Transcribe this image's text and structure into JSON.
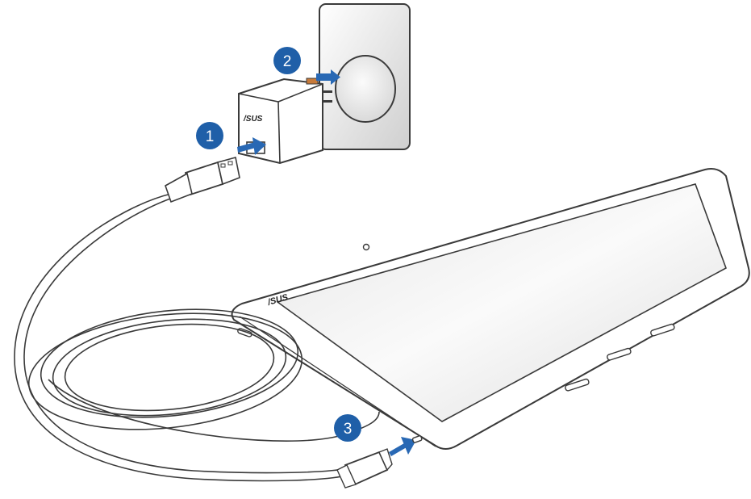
{
  "diagram": {
    "brand_adapter": "/SUS",
    "brand_tablet": "/SUS",
    "steps": [
      {
        "label": "1",
        "color": "#1f5fa8"
      },
      {
        "label": "2",
        "color": "#1f5fa8"
      },
      {
        "label": "3",
        "color": "#1f5fa8"
      }
    ],
    "colors": {
      "step_badge": "#1f5fa8",
      "arrow": "#2868b4",
      "outline": "#3a3a3a",
      "outlet_plate": "#d9d9d9",
      "screen": "#dedede"
    }
  }
}
